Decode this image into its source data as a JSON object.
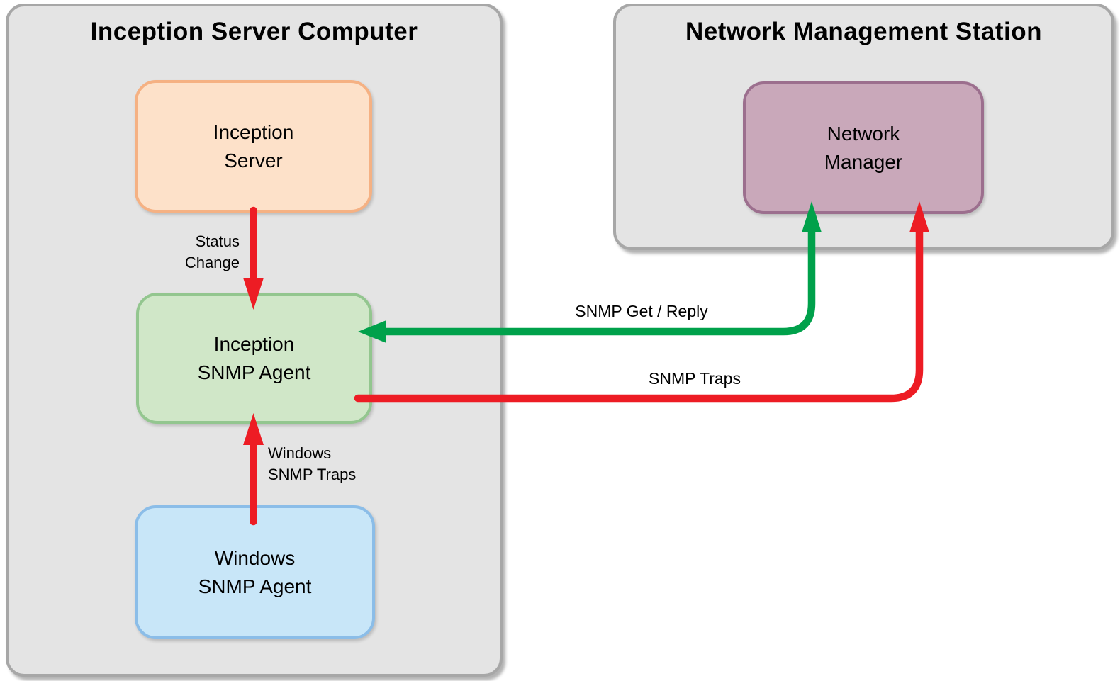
{
  "colors": {
    "red_arrow": "#ed1c24",
    "green_arrow": "#00a14b",
    "container_fill": "#e4e4e4",
    "container_border": "#a7a7a7",
    "inception_server_fill": "#fde1c9",
    "inception_server_border": "#f5b183",
    "inception_snmp_agent_fill": "#d0e7c8",
    "inception_snmp_agent_border": "#93c68f",
    "windows_snmp_agent_fill": "#c8e6f8",
    "windows_snmp_agent_border": "#8bbde8",
    "network_manager_fill": "#c9a8ba",
    "network_manager_border": "#9c6f8e"
  },
  "left_container": {
    "title": "Inception Server Computer",
    "inception_server_label": "Inception\nServer",
    "inception_snmp_agent_label": "Inception\nSNMP Agent",
    "windows_snmp_agent_label": "Windows\nSNMP Agent"
  },
  "right_container": {
    "title": "Network Management Station",
    "network_manager_label": "Network\nManager"
  },
  "arrow_labels": {
    "status_change": "Status\nChange",
    "windows_snmp_traps": "Windows\nSNMP Traps",
    "snmp_get_reply": "SNMP Get / Reply",
    "snmp_traps": "SNMP Traps"
  }
}
